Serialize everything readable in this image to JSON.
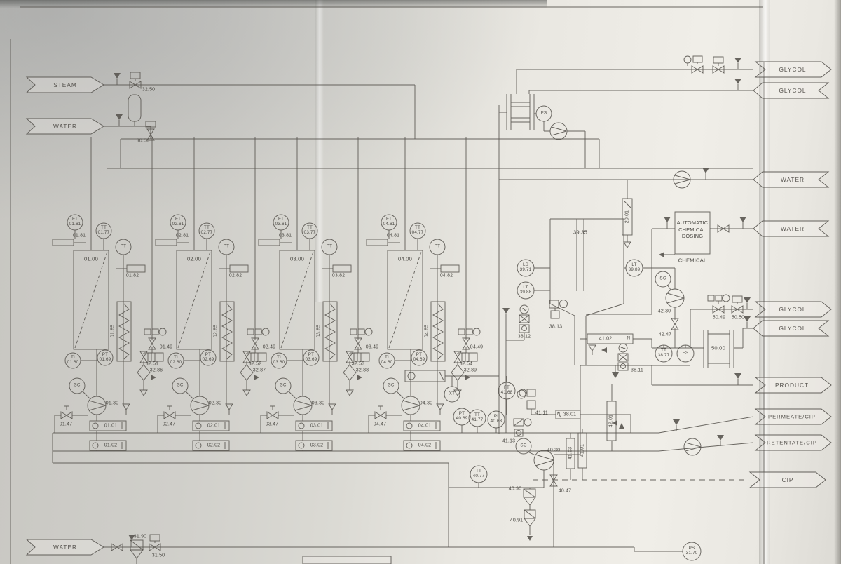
{
  "arrows": {
    "steam": "STEAM",
    "water_top": "WATER",
    "glycol_top_1": "GLYCOL",
    "glycol_top_2": "GLYCOL",
    "water_right_1": "WATER",
    "water_right_2": "WATER",
    "glycol_mid_1": "GLYCOL",
    "glycol_mid_2": "GLYCOL",
    "product": "PRODUCT",
    "permeate_cip": "PERMEATE/CIP",
    "retentate_cip": "RETENTATE/CIP",
    "cip": "CIP",
    "water_bottom": "WATER"
  },
  "tags": {
    "ft": "FT",
    "tt": "TT",
    "pt": "PT",
    "ti": "TI",
    "sc": "SC",
    "pi": "PI",
    "fs": "FS",
    "ls": "LS",
    "lt": "LT",
    "xt": "XT",
    "ps": "PS"
  },
  "top": {
    "v3250": "32.50",
    "v3050": "30.50"
  },
  "units": [
    {
      "no": "01.00",
      "ft": "01.61",
      "tt": "01.77",
      "t81": "01.81",
      "t82": "01.82",
      "hx": "01.85",
      "v49": "01.49",
      "sol": "32.51",
      "chk": "32.86",
      "ti": "01.60",
      "ptb": "01.69",
      "pmp": "01.30",
      "v47": "01.47",
      "b1": "01.01",
      "b2": "01.02"
    },
    {
      "no": "02.00",
      "ft": "02.61",
      "tt": "02.77",
      "t81": "02.81",
      "t82": "02.82",
      "hx": "02.85",
      "v49": "02.49",
      "sol": "32.52",
      "chk": "32.87",
      "ti": "02.60",
      "ptb": "02.69",
      "pmp": "02.30",
      "v47": "02.47",
      "b1": "02.01",
      "b2": "02.02"
    },
    {
      "no": "03.00",
      "ft": "03.61",
      "tt": "03.77",
      "t81": "03.81",
      "t82": "03.82",
      "hx": "03.85",
      "v49": "03.49",
      "sol": "32.53",
      "chk": "32.88",
      "ti": "03.60",
      "ptb": "03.69",
      "pmp": "03.30",
      "v47": "03.47",
      "b1": "03.01",
      "b2": "03.02"
    },
    {
      "no": "04.00",
      "ft": "04.61",
      "tt": "04.77",
      "t81": "04.81",
      "t82": "04.82",
      "hx": "04.85",
      "v49": "04.49",
      "sol": "32.54",
      "chk": "32.89",
      "ti": "04.60",
      "ptb": "04.69",
      "pmp": "04.30",
      "v47": "04.47",
      "b1": "04.01",
      "b2": "04.02"
    }
  ],
  "right": {
    "tank": "39.35",
    "rot2001": "20.01",
    "ls": "39.71",
    "lt1": "39.88",
    "lt2": "39.89",
    "i3812": "38.12",
    "i3813": "38.13",
    "rot4102": "41.02",
    "n": "N",
    "dosing1": "AUTOMATIC",
    "dosing2": "CHEMICAL",
    "dosing3": "DOSING",
    "chemical": "CHEMICAL",
    "p4230": "42.30",
    "v4247": "42.47",
    "tt3877": "38.77",
    "hx5000": "50.00",
    "v5049": "50.49",
    "v5050": "50.50",
    "i3811": "38.11",
    "ft4168": "41.68",
    "pt4069": "40.69",
    "tt4177": "41.77",
    "pi4063": "40.63",
    "i4111": "41.11",
    "rot3801": "38.01",
    "v4113": "41.13",
    "p4030": "40.30",
    "rot4103": "41.03",
    "rot4101": "41.01",
    "rot4201": "42.01",
    "tt4077": "40.77",
    "f4090": "40.90",
    "f4091": "40.91",
    "v4047": "40.47",
    "ps3170": "31.70"
  },
  "bottom": {
    "v3190": "31.90",
    "v3150": "31.50"
  }
}
